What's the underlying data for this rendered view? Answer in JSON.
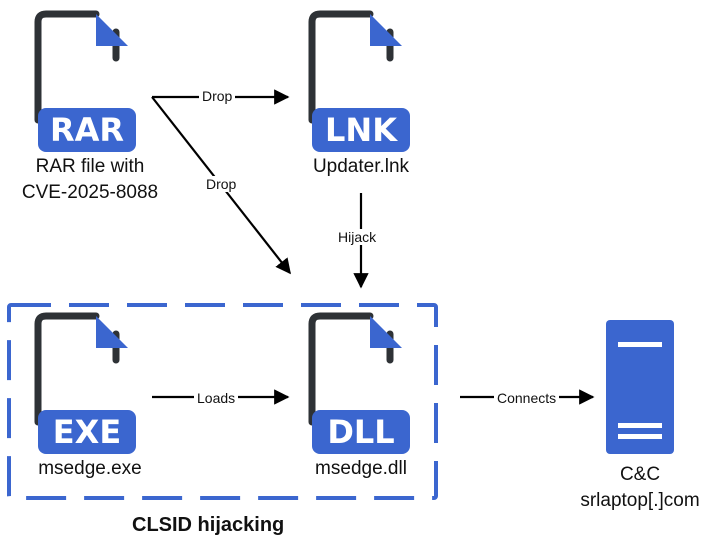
{
  "colors": {
    "accent": "#3b66cf",
    "outline": "#2e3236",
    "arrow": "#000000"
  },
  "nodes": {
    "rar": {
      "badge": "RAR",
      "caption": "RAR file with\nCVE-2025-8088",
      "icon": "file-icon"
    },
    "lnk": {
      "badge": "LNK",
      "caption": "Updater.lnk",
      "icon": "file-icon"
    },
    "exe": {
      "badge": "EXE",
      "caption": "msedge.exe",
      "icon": "file-icon"
    },
    "dll": {
      "badge": "DLL",
      "caption": "msedge.dll",
      "icon": "file-icon"
    },
    "server": {
      "caption": "C&C\nsrlaptop[.]com",
      "icon": "server-icon"
    }
  },
  "edges": {
    "rar_lnk": "Drop",
    "rar_dll": "Drop",
    "lnk_dll": "Hijack",
    "exe_dll": "Loads",
    "dll_server": "Connects"
  },
  "group": {
    "label": "CLSID hijacking",
    "style": "dashed"
  }
}
